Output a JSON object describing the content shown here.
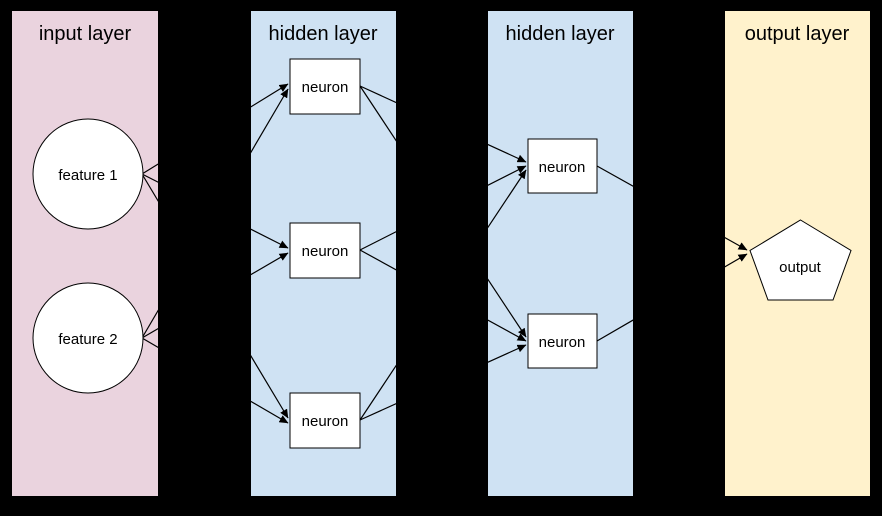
{
  "background_color": "#000000",
  "diagram": {
    "type": "neural-network",
    "layers": [
      {
        "label": "input layer",
        "color": "#ead3de",
        "nodes": [
          {
            "id": "feature1",
            "shape": "circle",
            "label": "feature 1"
          },
          {
            "id": "feature2",
            "shape": "circle",
            "label": "feature 2"
          }
        ]
      },
      {
        "label": "hidden layer",
        "color": "#cfe2f3",
        "nodes": [
          {
            "id": "hidden1-neuron1",
            "shape": "rectangle",
            "label": "neuron"
          },
          {
            "id": "hidden1-neuron2",
            "shape": "rectangle",
            "label": "neuron"
          },
          {
            "id": "hidden1-neuron3",
            "shape": "rectangle",
            "label": "neuron"
          }
        ]
      },
      {
        "label": "hidden layer",
        "color": "#cfe2f3",
        "nodes": [
          {
            "id": "hidden2-neuron1",
            "shape": "rectangle",
            "label": "neuron"
          },
          {
            "id": "hidden2-neuron2",
            "shape": "rectangle",
            "label": "neuron"
          }
        ]
      },
      {
        "label": "output layer",
        "color": "#fff2cc",
        "nodes": [
          {
            "id": "output",
            "shape": "pentagon",
            "label": "output"
          }
        ]
      }
    ],
    "connections": [
      {
        "from": "feature1",
        "to": "hidden1-neuron1"
      },
      {
        "from": "feature1",
        "to": "hidden1-neuron2"
      },
      {
        "from": "feature1",
        "to": "hidden1-neuron3"
      },
      {
        "from": "feature2",
        "to": "hidden1-neuron1"
      },
      {
        "from": "feature2",
        "to": "hidden1-neuron2"
      },
      {
        "from": "feature2",
        "to": "hidden1-neuron3"
      },
      {
        "from": "hidden1-neuron1",
        "to": "hidden2-neuron1"
      },
      {
        "from": "hidden1-neuron1",
        "to": "hidden2-neuron2"
      },
      {
        "from": "hidden1-neuron2",
        "to": "hidden2-neuron1"
      },
      {
        "from": "hidden1-neuron2",
        "to": "hidden2-neuron2"
      },
      {
        "from": "hidden1-neuron3",
        "to": "hidden2-neuron1"
      },
      {
        "from": "hidden1-neuron3",
        "to": "hidden2-neuron2"
      },
      {
        "from": "hidden2-neuron1",
        "to": "output"
      },
      {
        "from": "hidden2-neuron2",
        "to": "output"
      }
    ]
  }
}
